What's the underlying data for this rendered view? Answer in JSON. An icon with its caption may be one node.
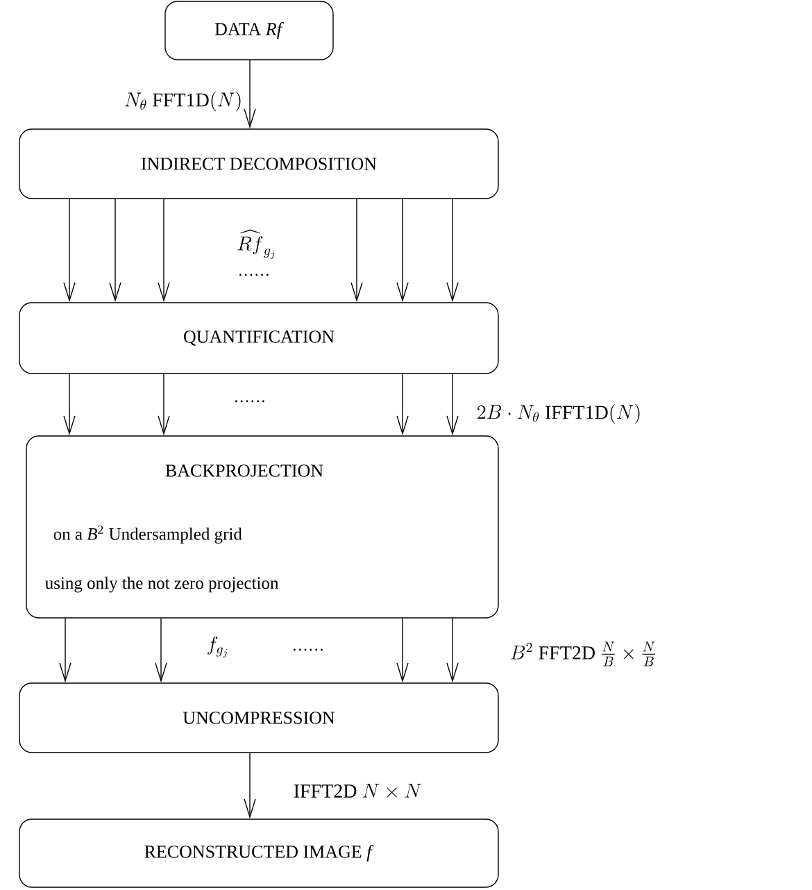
{
  "diagram": {
    "nodes": [
      {
        "text": [
          "DATA *Rf*"
        ]
      },
      {
        "text": [
          "INDIRECT DECOMPOSITION"
        ]
      },
      {
        "text": [
          "QUANTIFICATION"
        ]
      },
      {
        "text": [
          "BACKPROJECTION",
          "on a *B*$^{2}$ Undersampled grid",
          "using only the not zero projection"
        ]
      },
      {
        "text": [
          "UNCOMPRESSION"
        ]
      },
      {
        "text": [
          "RECONSTRUCTED IMAGE *f*"
        ]
      }
    ],
    "edges": [
      {
        "from": 0,
        "to": 1,
        "arrow": "to",
        "label": "N_\\theta\\ \\mathrm{FFT1D}(N)"
      },
      {
        "from": 1,
        "to": 2,
        "arrow": "to"
      },
      {
        "from": 1,
        "to": 2,
        "arrow": "to"
      },
      {
        "from": 1,
        "to": 2,
        "arrow": "to"
      },
      {
        "from": 1,
        "to": 2,
        "arrow": "to"
      },
      {
        "from": 1,
        "to": 2,
        "arrow": "to"
      },
      {
        "from": 1,
        "to": 2,
        "arrow": "to"
      },
      {
        "from": 2,
        "to": 3,
        "arrow": "to"
      },
      {
        "from": 2,
        "to": 3,
        "arrow": "to"
      },
      {
        "from": 2,
        "to": 3,
        "arrow": "to"
      },
      {
        "from": 2,
        "to": 3,
        "arrow": "to"
      },
      {
        "from": 3,
        "to": 4,
        "arrow": "to"
      },
      {
        "from": 3,
        "to": 4,
        "arrow": "to"
      },
      {
        "from": 3,
        "to": 4,
        "arrow": "to"
      },
      {
        "from": 3,
        "to": 4,
        "arrow": "to"
      },
      {
        "from": 4,
        "to": 5,
        "arrow": "to",
        "label": "\\mathrm{IFFT2D}\\ N\\times N"
      }
    ],
    "labels": [
      "\\widehat{Rf}_{g_j}",
      "......",
      "......",
      "2B\\cdot N_\\theta\\ \\mathrm{IFFT1D}(N)",
      "f_{g_j}",
      "......",
      "B^2\\ \\mathrm{FFT2D}\\ \\frac{N}{B}\\times\\frac{N}{B}"
    ]
  }
}
